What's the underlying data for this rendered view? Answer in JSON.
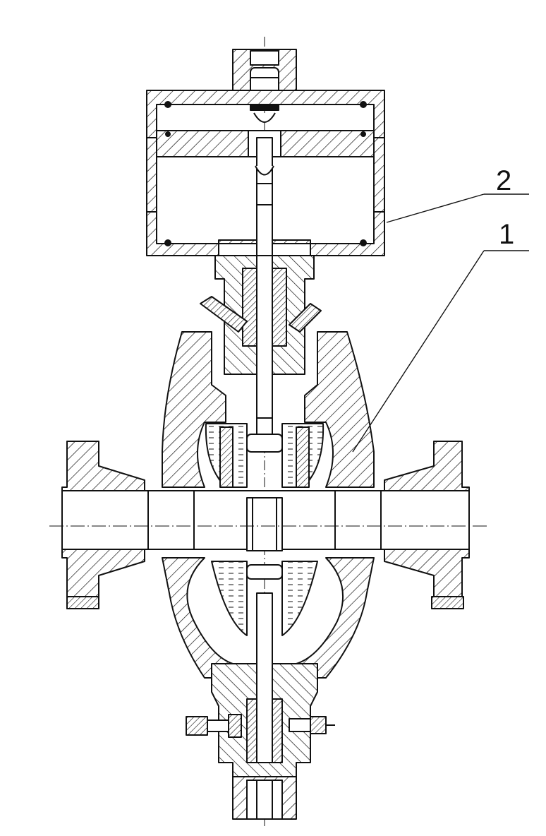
{
  "callouts": [
    {
      "id": "2",
      "label": "2"
    },
    {
      "id": "1",
      "label": "1"
    }
  ],
  "colors": {
    "ink": "#111111",
    "paper": "#ffffff"
  }
}
